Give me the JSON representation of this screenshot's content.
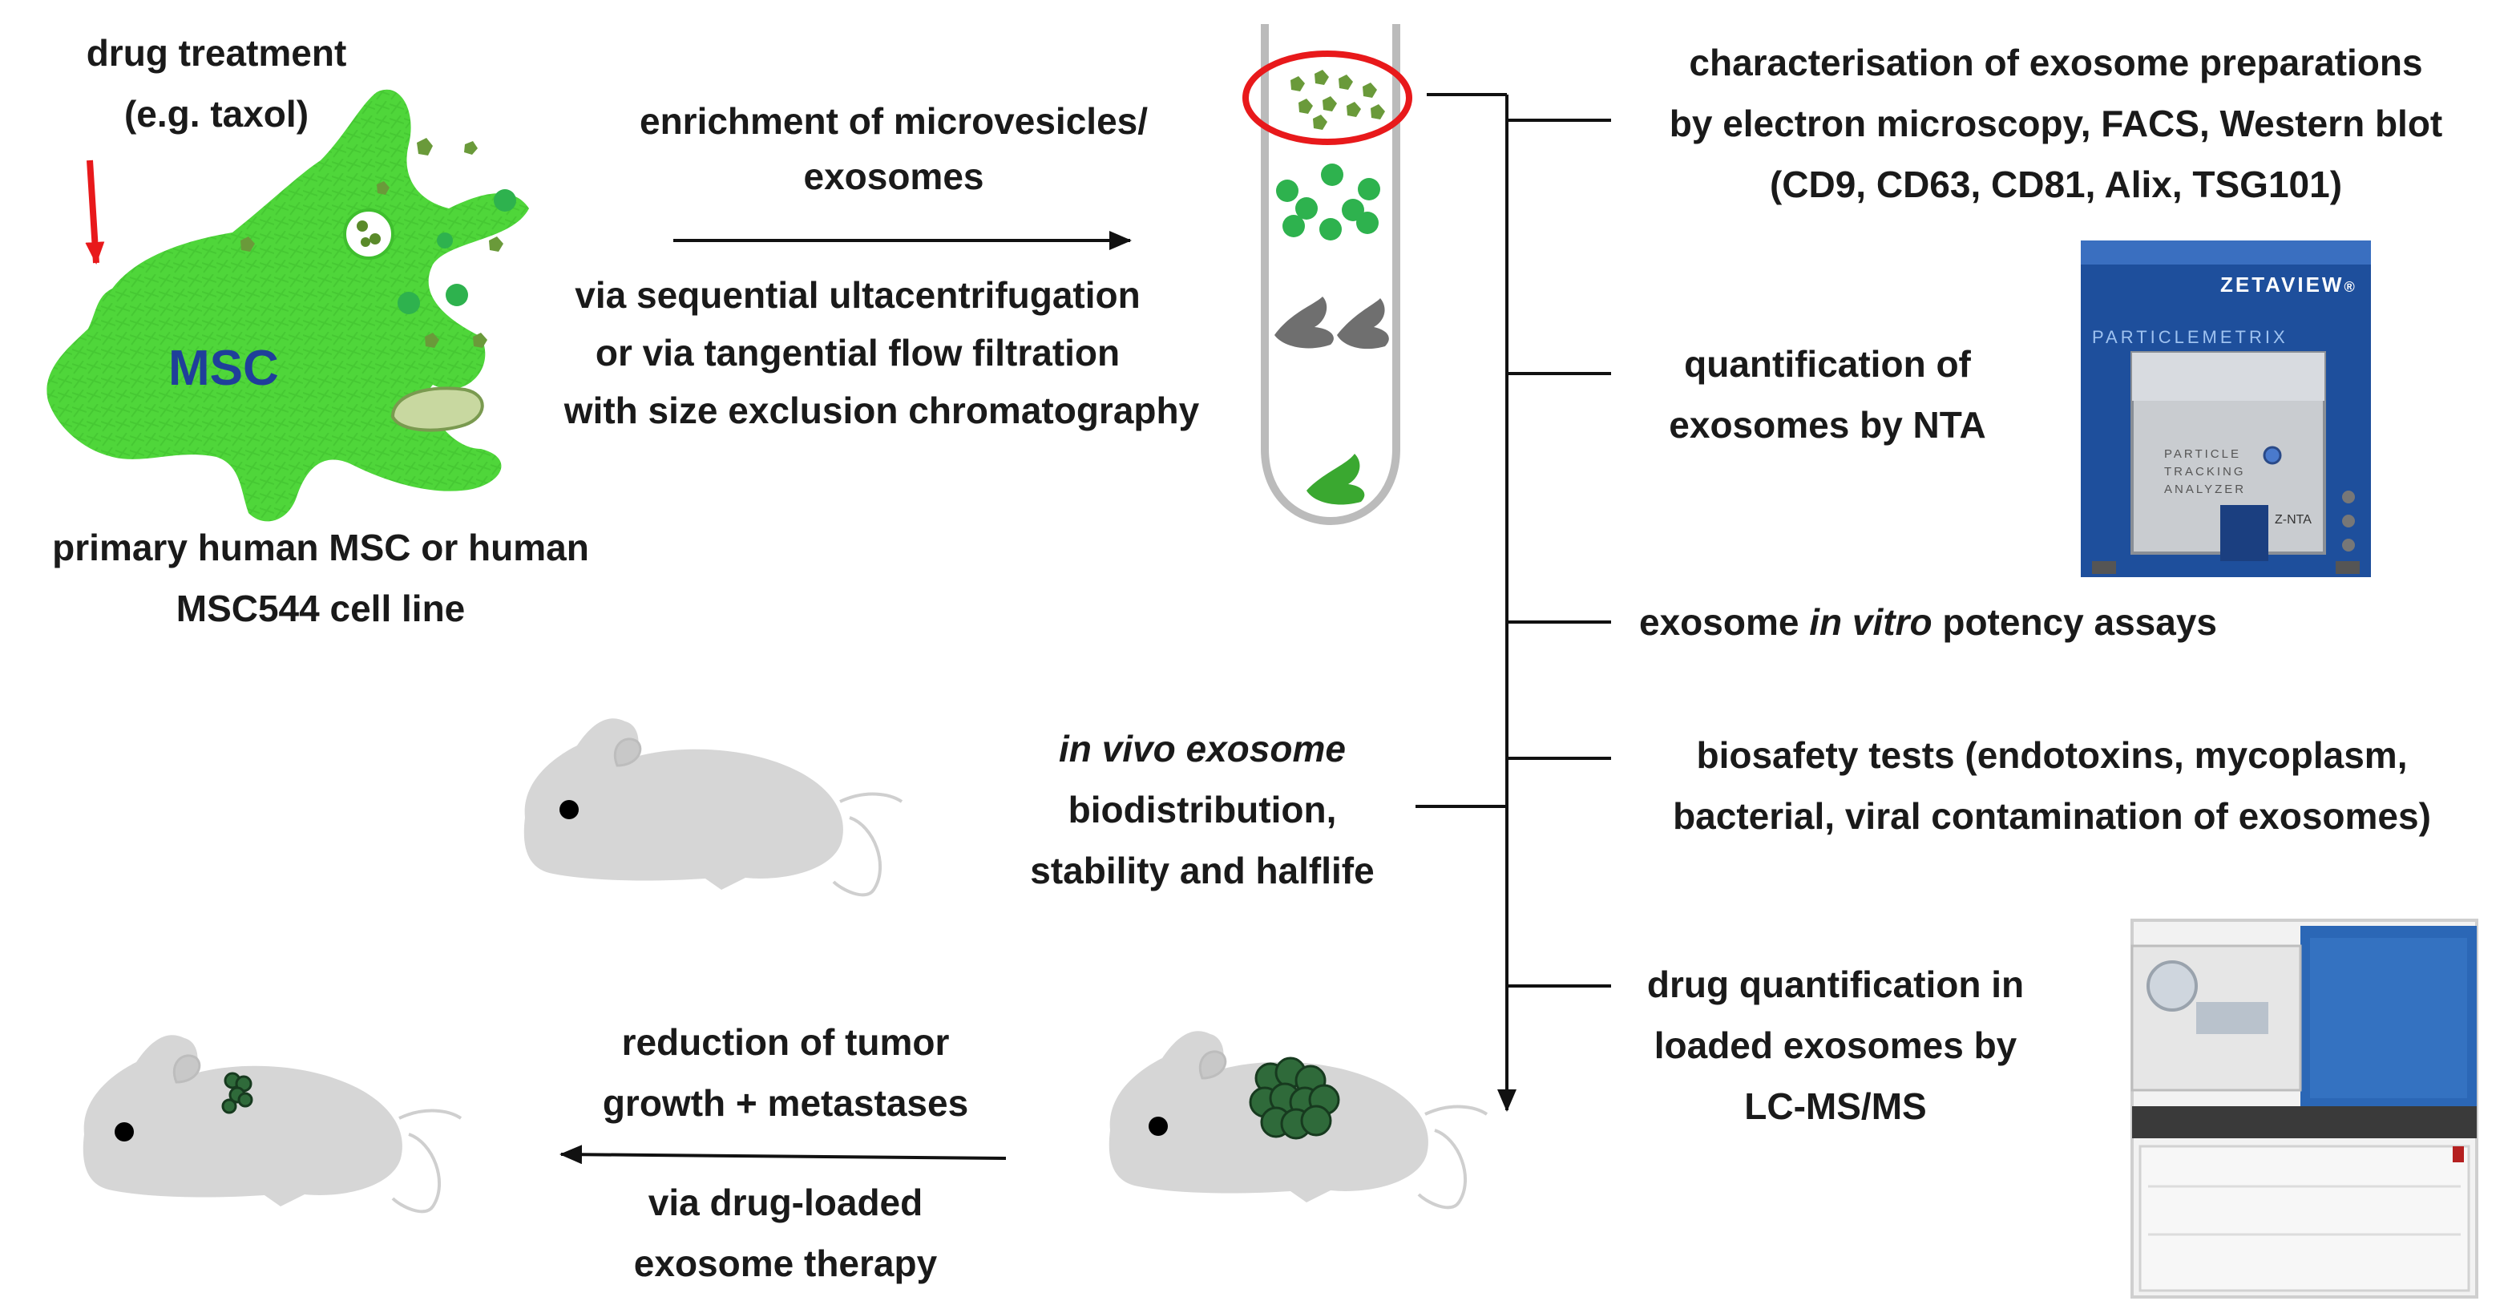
{
  "cell": {
    "drug_line1": "drug treatment",
    "drug_line2": "(e.g. taxol)",
    "label": "MSC",
    "caption_line1": "primary human  MSC or human",
    "caption_line2": "MSC544 cell line"
  },
  "enrichment": {
    "line1": "enrichment of microvesicles/",
    "line2": "exosomes",
    "method_line1": "via sequential ultacentrifugation",
    "method_line2": "or via tangential flow filtration",
    "method_line3": "with size exclusion chromatography"
  },
  "characterisation": {
    "line1": "characterisation of exosome preparations",
    "line2": "by electron microscopy, FACS, Western blot",
    "line3": "(CD9, CD63, CD81, Alix, TSG101)"
  },
  "quantification": {
    "line1": "quantification of",
    "line2": "exosomes by NTA"
  },
  "zetaview": {
    "brand": "ZETAVIEW",
    "registered": "®",
    "maker": "PARTICLEMETRIX",
    "panel_line1": "PARTICLE",
    "panel_line2": "TRACKING",
    "panel_line3": "ANALYZER",
    "model": "Z-NTA"
  },
  "potency": {
    "before": "exosome ",
    "italic": "in vitro",
    "after": " potency assays"
  },
  "biosafety": {
    "line1": "biosafety tests (endotoxins, mycoplasm,",
    "line2": "bacterial, viral contamination of exosomes)"
  },
  "invivo": {
    "line1": "in vivo exosome",
    "line2": "biodistribution,",
    "line3": "stability and halflife"
  },
  "drug_quant": {
    "line1": "drug quantification in",
    "line2": "loaded exosomes by",
    "line3": "LC-MS/MS"
  },
  "therapy": {
    "reduction_line1": "reduction of tumor",
    "reduction_line2": "growth + metastases",
    "via_line1": "via drug-loaded",
    "via_line2": "exosome therapy"
  },
  "colors": {
    "cell_green": "#4fd63a",
    "exosome_green": "#2eb24e",
    "arrow_red": "#e8191b",
    "msc_blue": "#1f3f9a",
    "mouse_gray": "#d6d6d6",
    "device_blue": "#1e4f9c"
  }
}
